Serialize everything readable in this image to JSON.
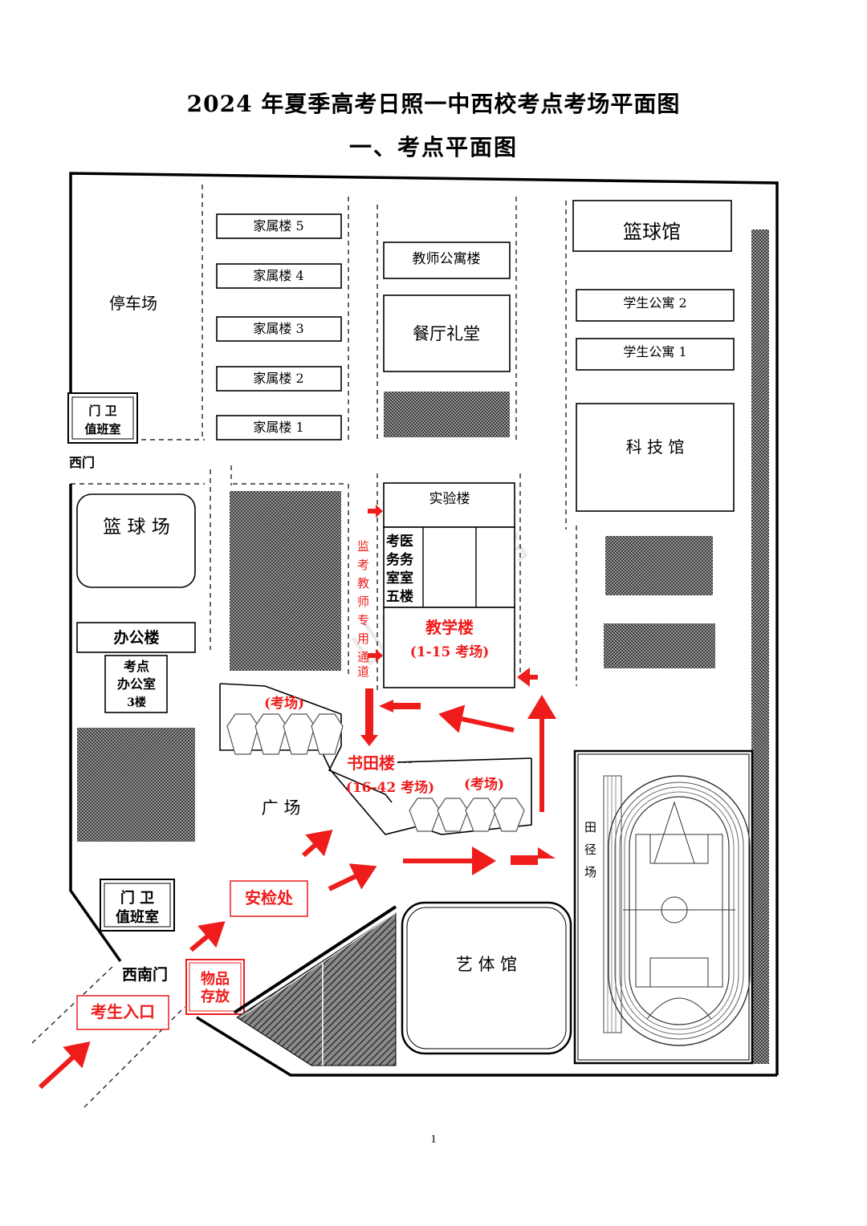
{
  "title": "2024 年夏季高考日照一中西校考点考场平面图",
  "subtitle": "一、考点平面图",
  "page_number": "1",
  "watermark": "山东考帮",
  "colors": {
    "red": "#ef1c1c",
    "hatch": "#555555",
    "line": "#000000"
  },
  "map": {
    "parking": "停车场",
    "gate_west_label_1": "门  卫",
    "gate_west_label_2": "值班室",
    "west_gate": "西门",
    "family_buildings": [
      "家属楼 5",
      "家属楼 4",
      "家属楼 3",
      "家属楼 2",
      "家属楼 1"
    ],
    "teacher_apartment": "教师公寓楼",
    "dining_hall": "餐厅礼堂",
    "gymnasium": "篮球馆",
    "student_apartments": [
      "学生公寓 2",
      "学生公寓 1"
    ],
    "science_hall": "科 技 馆",
    "basketball_court": "篮 球 场",
    "office_building": "办公楼",
    "exam_office": [
      "考点",
      "办公室",
      "3楼"
    ],
    "lab_building": "实验楼",
    "medical_room": [
      "考医",
      "务务",
      "室室",
      "五楼"
    ],
    "teaching_building": "教学楼",
    "teaching_building_rooms": "(1-15 考场)",
    "teacher_passage": [
      "监",
      "考",
      "教",
      "师",
      "专",
      "用",
      "通",
      "道"
    ],
    "exam_room_1": "(考场)",
    "shutian_building": "书田楼",
    "shutian_rooms": "(16-42 考场)",
    "exam_room_2": "(考场)",
    "square": "广  场",
    "track_field": [
      "田",
      "径",
      "场"
    ],
    "gate_sw_label_1": "门  卫",
    "gate_sw_label_2": "值班室",
    "security_check": "安检处",
    "southwest_gate": "西南门",
    "storage": [
      "物品",
      "存放"
    ],
    "candidate_entrance": "考生入口",
    "arts_gym": "艺 体 馆"
  }
}
